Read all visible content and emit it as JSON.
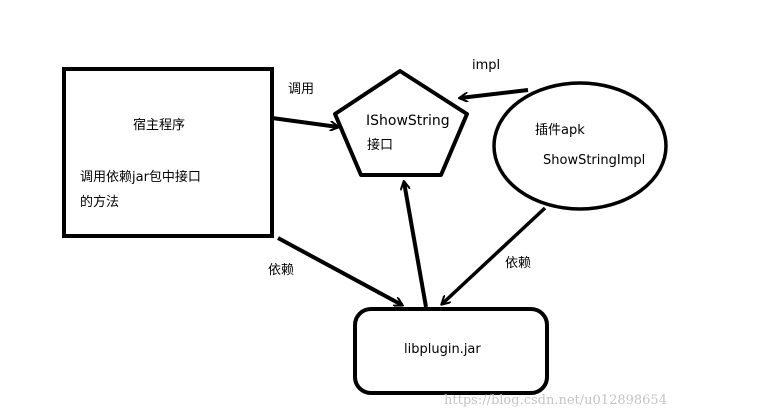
{
  "host_box": {
    "title": "宿主程序",
    "desc_line1": "调用依赖jar包中接口",
    "desc_line2": "的方法"
  },
  "interface_node": {
    "line1": "IShowString",
    "line2": "接口"
  },
  "plugin_node": {
    "line1": "插件apk",
    "line2": "ShowStringImpl"
  },
  "jar_node": {
    "label": "libplugin.jar"
  },
  "edge_labels": {
    "call": "调用",
    "impl": "impl",
    "depend_left": "依赖",
    "depend_right": "依赖"
  },
  "watermark": "https://blog.csdn.net/u012898654"
}
